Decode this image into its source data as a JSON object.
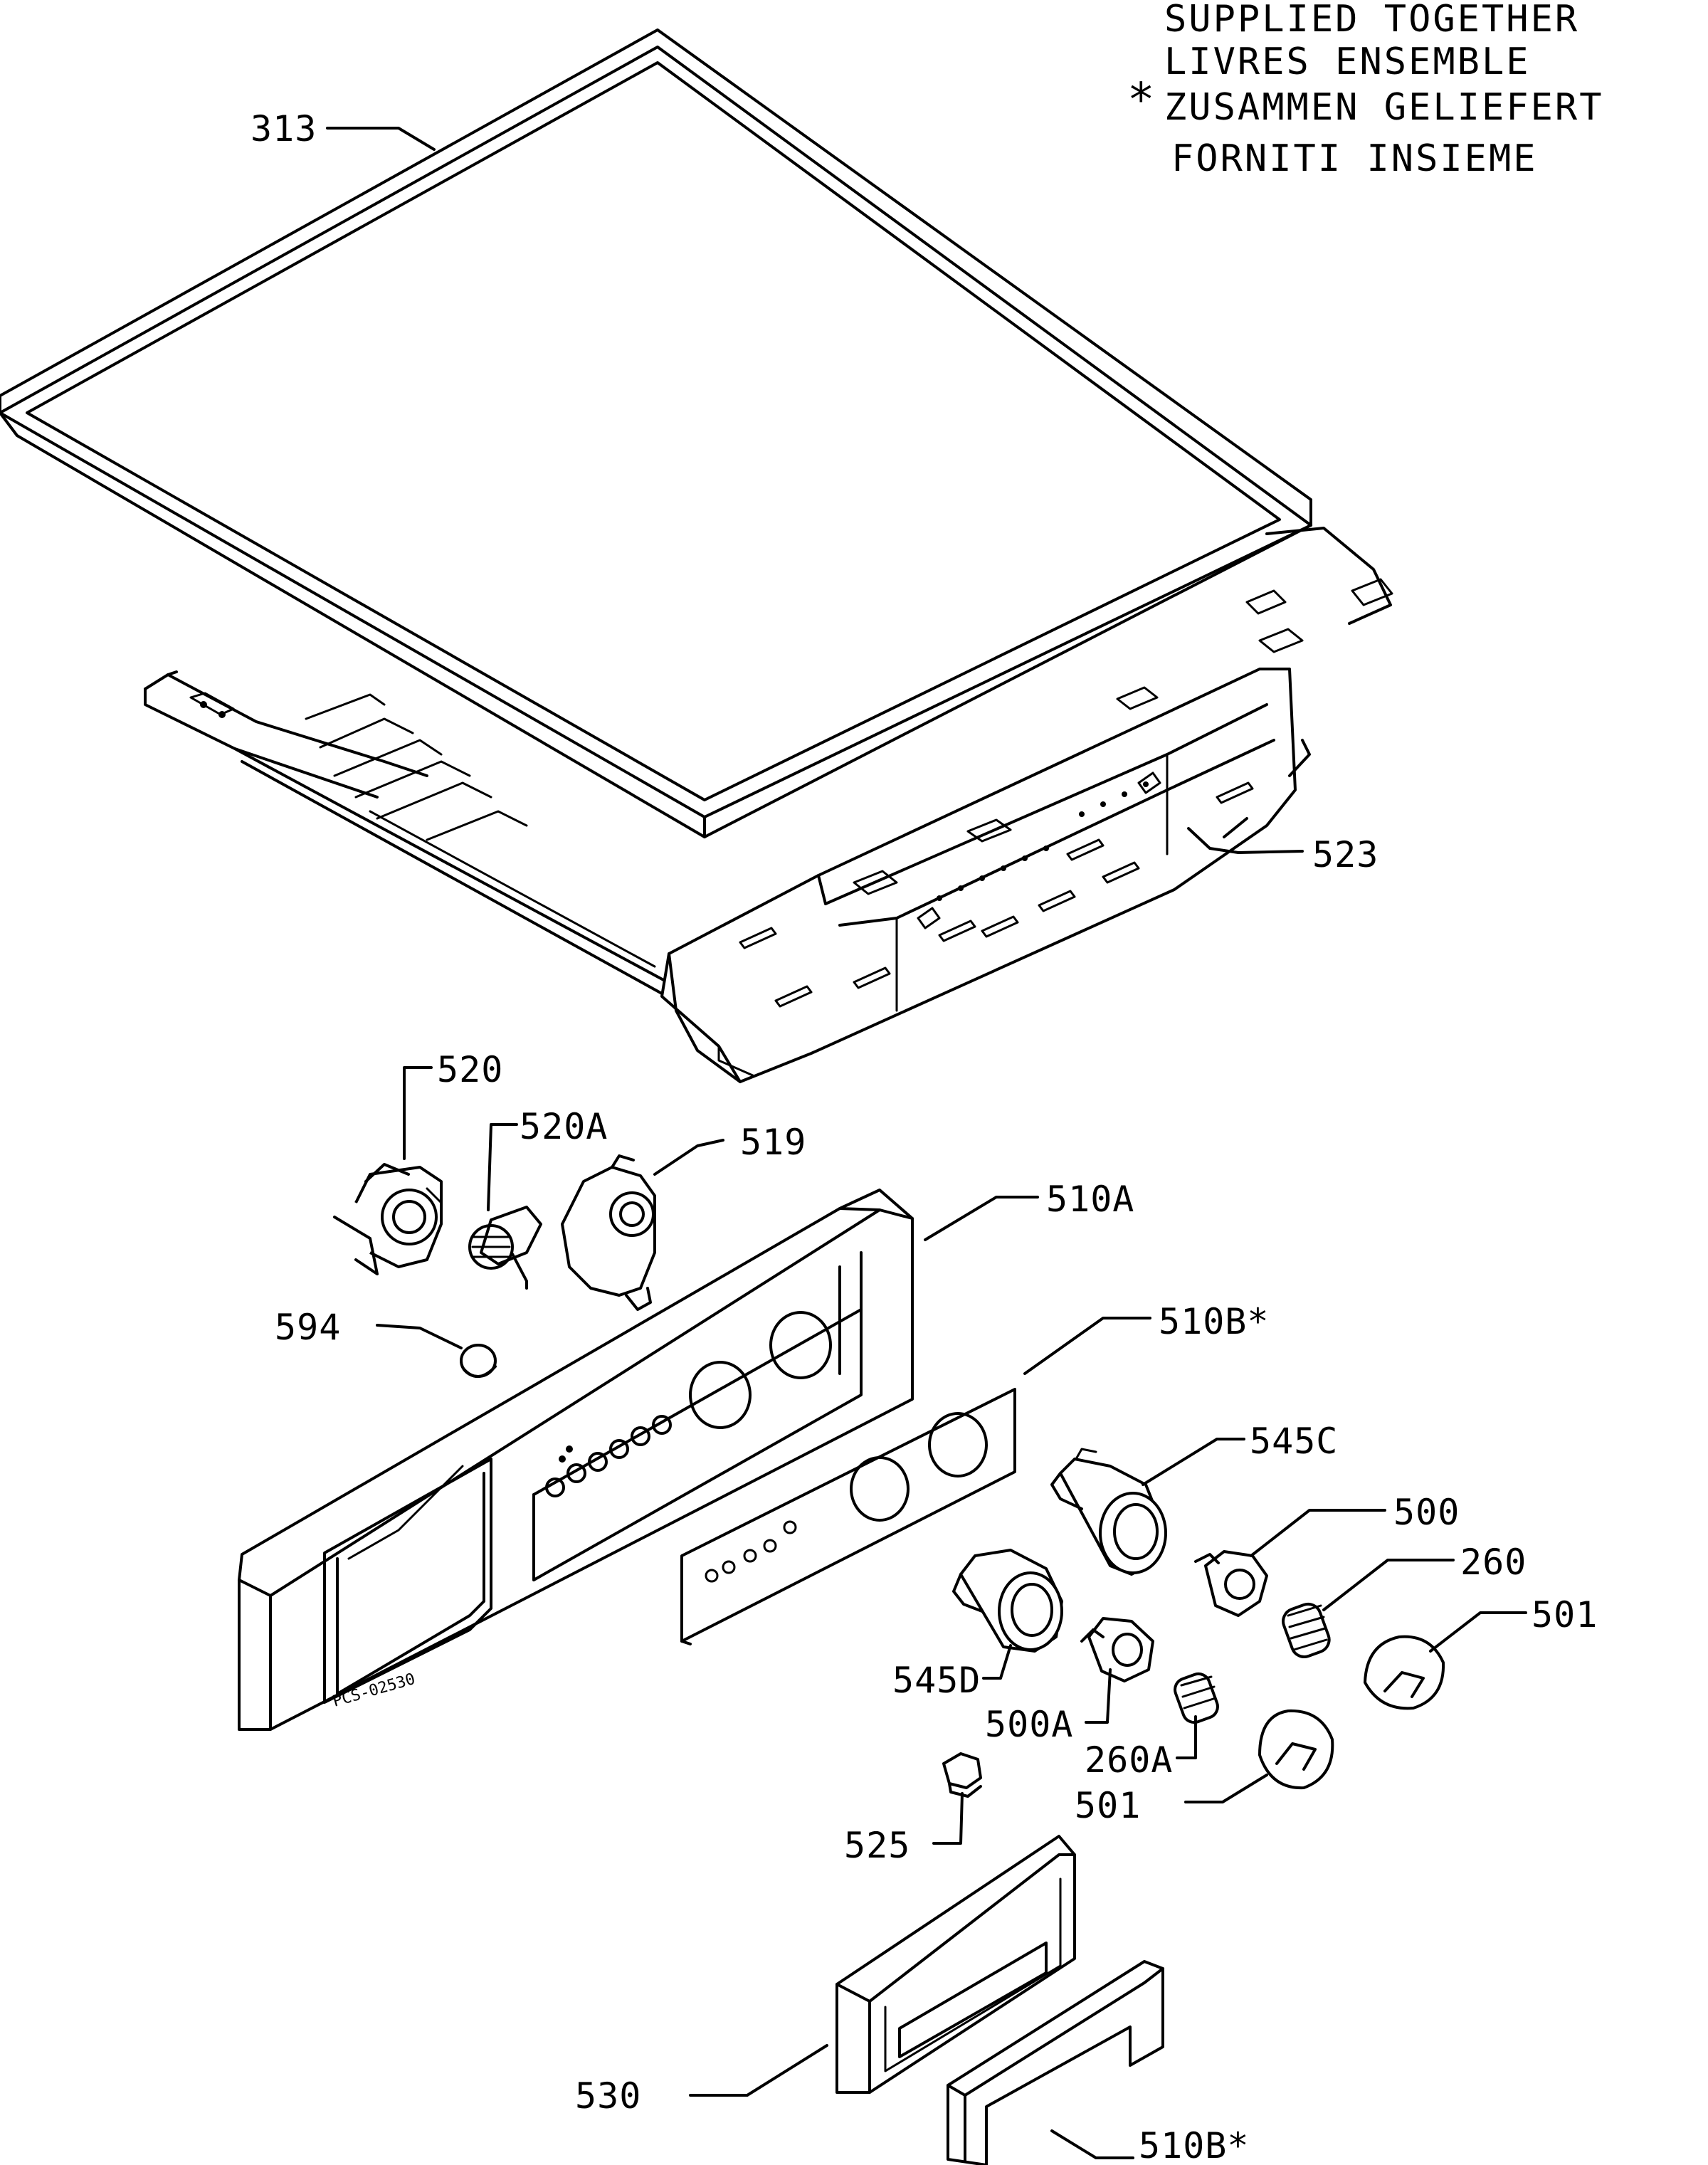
{
  "legend": {
    "lines": [
      "SUPPLIED TOGETHER",
      "LIVRES ENSEMBLE",
      "ZUSAMMEN GELIEFERT",
      "FORNITI INSIEME"
    ],
    "marker": "*"
  },
  "stamp": "PCS-02530",
  "parts": [
    {
      "id": "p313",
      "label": "313"
    },
    {
      "id": "p523",
      "label": "523"
    },
    {
      "id": "p520",
      "label": "520"
    },
    {
      "id": "p520A",
      "label": "520A"
    },
    {
      "id": "p519",
      "label": "519"
    },
    {
      "id": "p510A",
      "label": "510A"
    },
    {
      "id": "p594",
      "label": "594"
    },
    {
      "id": "p510B1",
      "label": "510B*"
    },
    {
      "id": "p545C",
      "label": "545C"
    },
    {
      "id": "p500",
      "label": "500"
    },
    {
      "id": "p260",
      "label": "260"
    },
    {
      "id": "p501a",
      "label": "501"
    },
    {
      "id": "p545D",
      "label": "545D"
    },
    {
      "id": "p500A",
      "label": "500A"
    },
    {
      "id": "p260A",
      "label": "260A"
    },
    {
      "id": "p501b",
      "label": "501"
    },
    {
      "id": "p525",
      "label": "525"
    },
    {
      "id": "p530",
      "label": "530"
    },
    {
      "id": "p510B2",
      "label": "510B*"
    }
  ]
}
